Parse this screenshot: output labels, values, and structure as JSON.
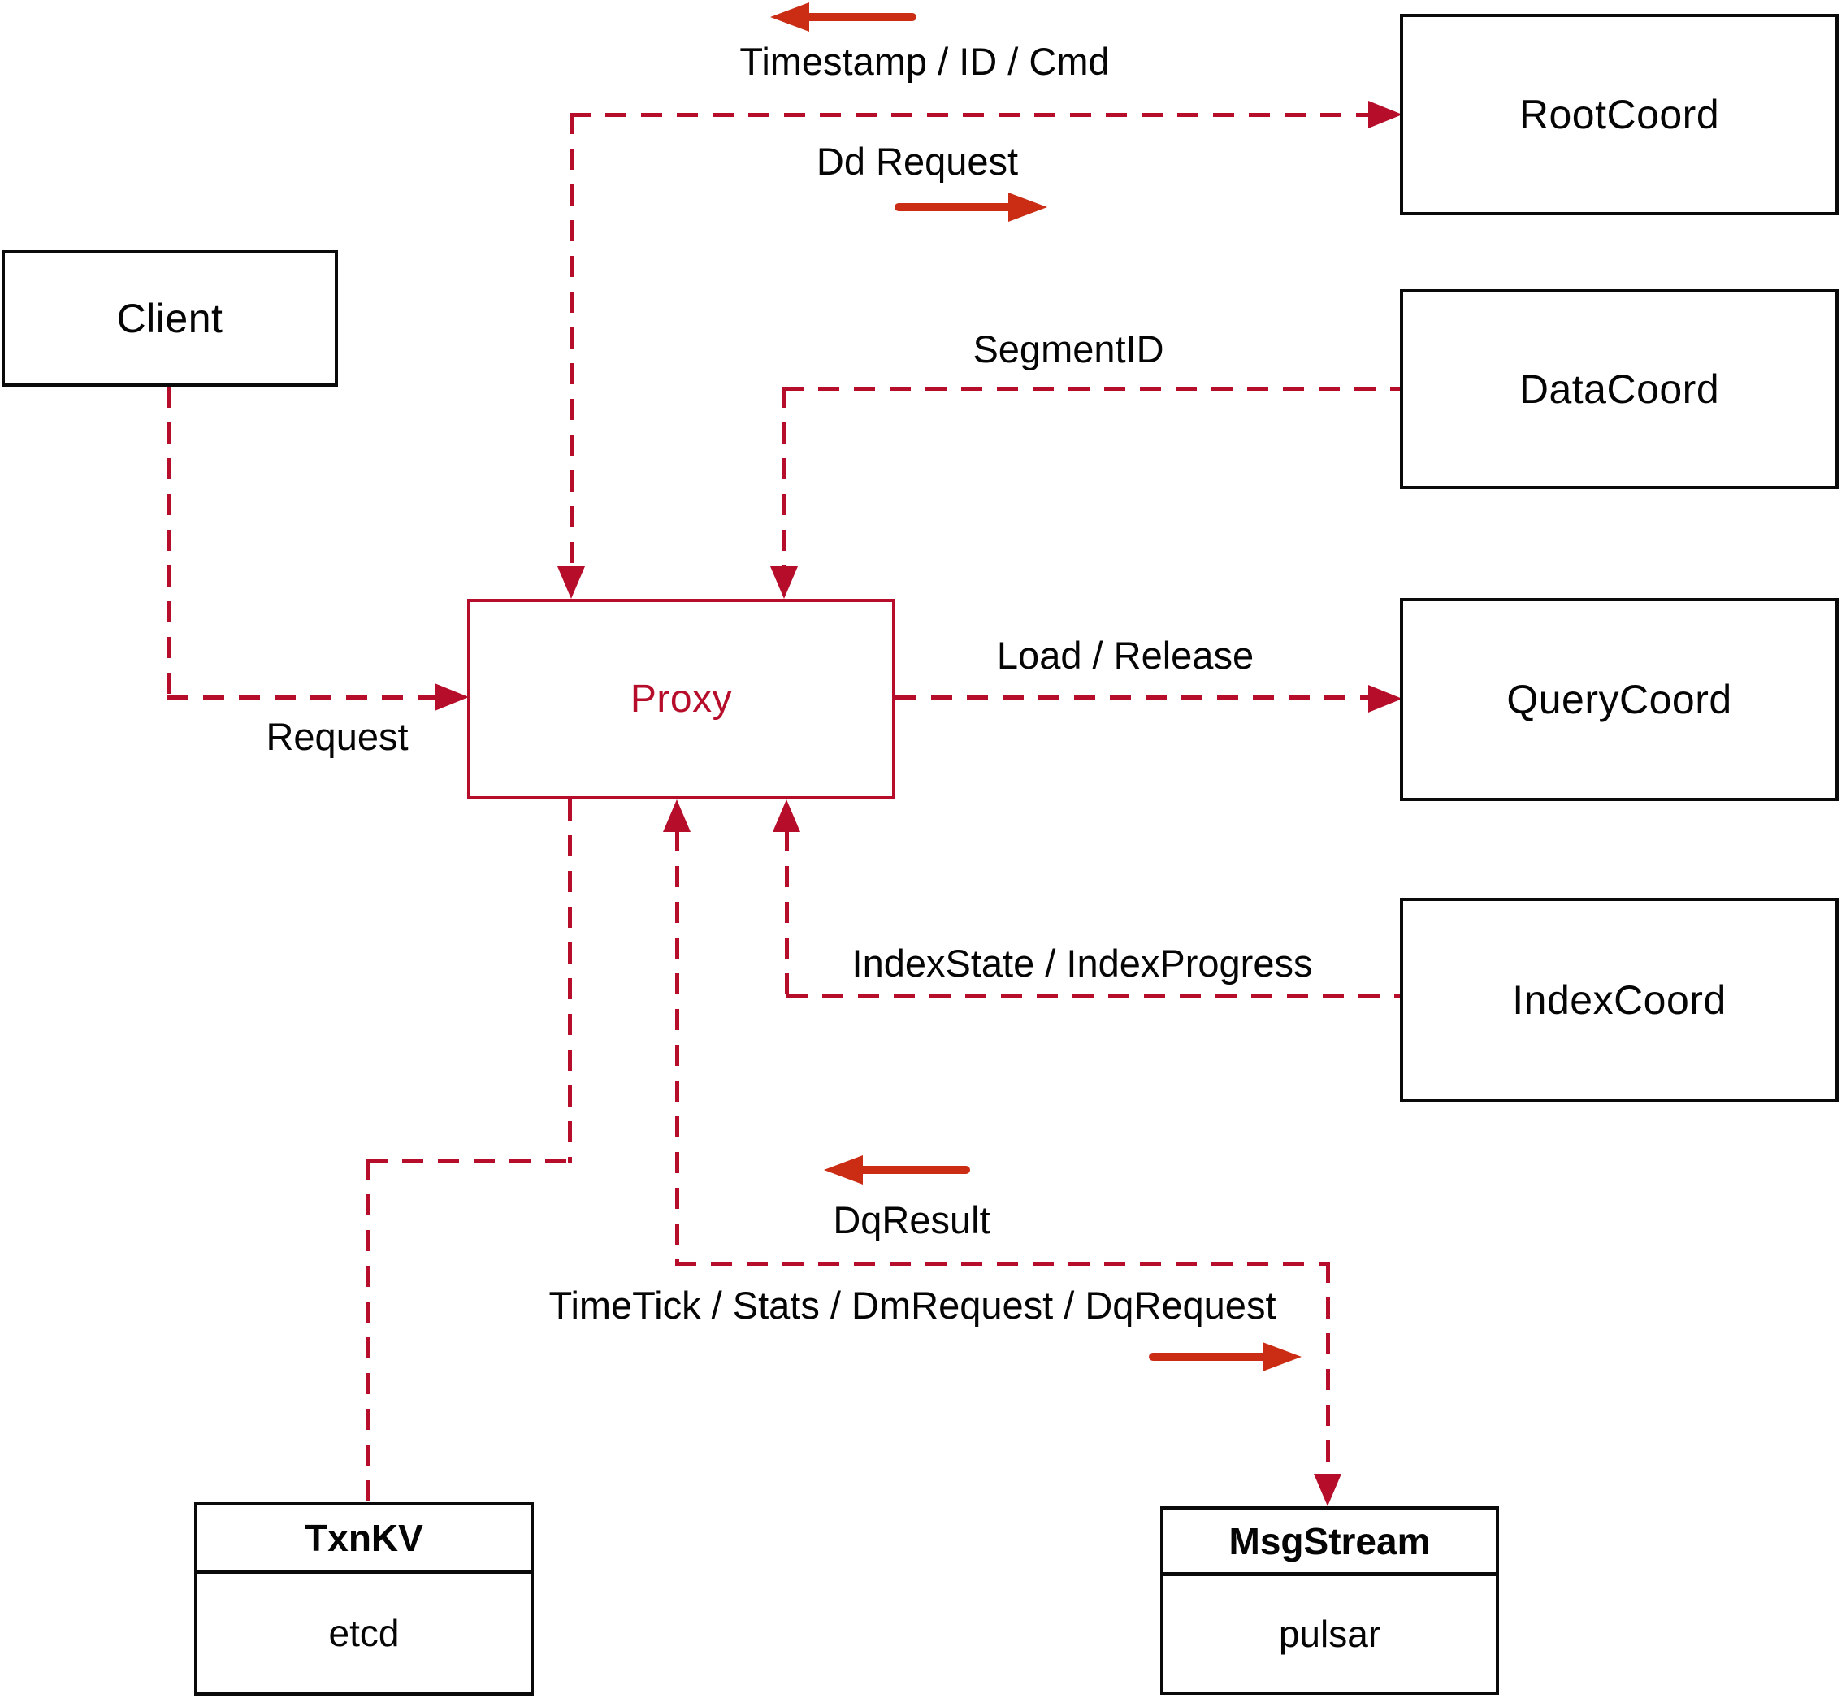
{
  "diagram": {
    "nodes": {
      "client": {
        "label": "Client"
      },
      "proxy": {
        "label": "Proxy"
      },
      "root_coord": {
        "label": "RootCoord"
      },
      "data_coord": {
        "label": "DataCoord"
      },
      "query_coord": {
        "label": "QueryCoord"
      },
      "index_coord": {
        "label": "IndexCoord"
      },
      "txn_kv": {
        "title": "TxnKV",
        "implementation": "etcd"
      },
      "msg_stream": {
        "title": "MsgStream",
        "implementation": "pulsar"
      }
    },
    "edge_labels": {
      "timestamp_id_cmd": "Timestamp / ID / Cmd",
      "dd_request": "Dd Request",
      "segment_id": "SegmentID",
      "load_release": "Load / Release",
      "index_state_progress": "IndexState / IndexProgress",
      "request": "Request",
      "dq_result": "DqResult",
      "timetick_stats": "TimeTick / Stats / DmRequest / DqRequest"
    },
    "colors": {
      "dashed_line": "#b50d2a",
      "solid_arrow": "#ca2d14",
      "box_border": "#0a0a0a",
      "label_text": "#050505",
      "background": "#ffffff"
    }
  }
}
